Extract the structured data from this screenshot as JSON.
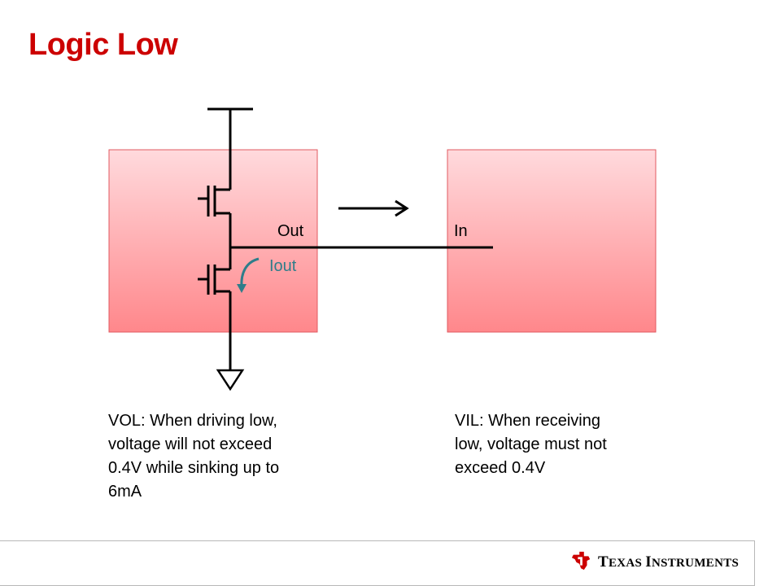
{
  "slide": {
    "title": "Logic Low"
  },
  "diagram": {
    "out_label": "Out",
    "in_label": "In",
    "current_label": "Iout"
  },
  "descriptions": {
    "vol": "VOL: When driving low,\nvoltage will not exceed\n0.4V while sinking up to\n6mA",
    "vil": "VIL: When receiving\nlow, voltage must not\nexceed 0.4V"
  },
  "footer": {
    "brand_texas_initial": "T",
    "brand_texas_rest": "EXAS",
    "brand_instruments_initial": "I",
    "brand_instruments_rest": "NSTRUMENTS"
  },
  "colors": {
    "title": "#cc0000",
    "box_top": "#ffd9dc",
    "box_bottom": "#ff8a8e",
    "current_arrow": "#2e7d8a"
  },
  "icons": {
    "logo": "texas-instruments-logo-icon"
  }
}
